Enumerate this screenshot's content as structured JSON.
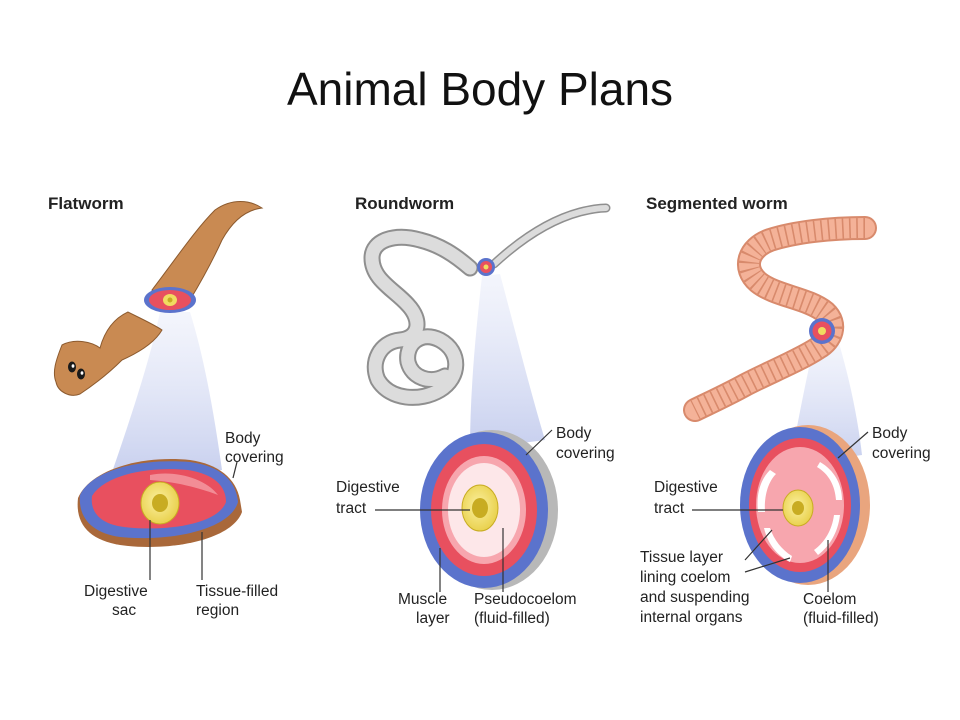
{
  "title": "Animal Body Plans",
  "colors": {
    "flatworm_body": "#c98a52",
    "flatworm_body_dark": "#a9683a",
    "body_covering": "#5b73cc",
    "tissue": "#e8505f",
    "tissue_light": "#f7a6ae",
    "gut": "#f0dc60",
    "gut_core": "#c8ac22",
    "roundworm_skin": "#d6d6d6",
    "segmented_body": "#f2a98a",
    "beam": "#c9d1ee"
  },
  "panels": {
    "flatworm": {
      "heading": "Flatworm",
      "labels": {
        "body_covering_1": "Body",
        "body_covering_2": "covering",
        "digestive_sac_1": "Digestive",
        "digestive_sac_2": "sac",
        "tissue_filled_1": "Tissue-filled",
        "tissue_filled_2": "region"
      }
    },
    "roundworm": {
      "heading": "Roundworm",
      "labels": {
        "body_covering_1": "Body",
        "body_covering_2": "covering",
        "digestive_tract_1": "Digestive",
        "digestive_tract_2": "tract",
        "muscle_layer_1": "Muscle",
        "muscle_layer_2": "layer",
        "pseudocoelom_1": "Pseudocoelom",
        "pseudocoelom_2": "(fluid-filled)"
      }
    },
    "segmented": {
      "heading": "Segmented worm",
      "labels": {
        "body_covering_1": "Body",
        "body_covering_2": "covering",
        "digestive_tract_1": "Digestive",
        "digestive_tract_2": "tract",
        "tissue_layer_1": "Tissue layer",
        "tissue_layer_2": "lining coelom",
        "tissue_layer_3": "and suspending",
        "tissue_layer_4": "internal organs",
        "coelom_1": "Coelom",
        "coelom_2": "(fluid-filled)"
      }
    }
  }
}
